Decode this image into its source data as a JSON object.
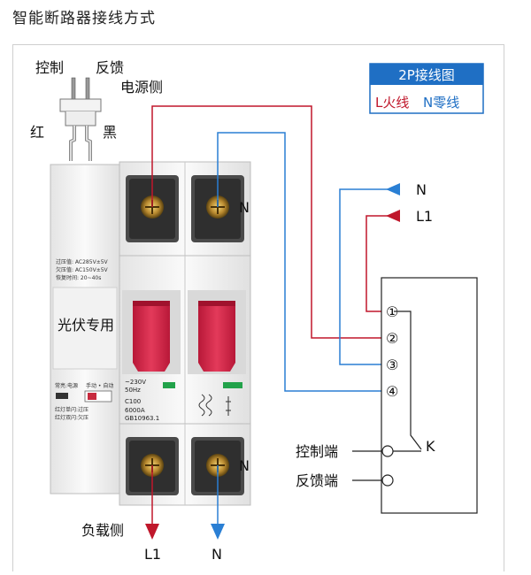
{
  "title": "智能断路器接线方式",
  "legend": {
    "heading": "2P接线图",
    "live": "L火线",
    "neutral": "N零线"
  },
  "plug": {
    "control": "控制",
    "feedback": "反馈",
    "red": "红",
    "black": "黑"
  },
  "source_side": "电源侧",
  "load_side": "负载侧",
  "labels": {
    "n_top": "N",
    "n_terminal": "N",
    "n_bottom_terminal": "N",
    "in_n": "N",
    "in_l1": "L1",
    "out_l1": "L1",
    "out_n": "N"
  },
  "breaker": {
    "specs": [
      "过压值: AC285V±5V",
      "欠压值: AC150V±5V",
      "恢复时间: 20~40s"
    ],
    "pv_label": "光伏专用",
    "mode_left": "常亮:电源",
    "mode_right": "手动 • 自动",
    "indicator_1": "红灯单闪:过压",
    "indicator_2": "红灯双闪:欠压",
    "rating": [
      "~230V",
      "50Hz",
      "C100",
      "6000A",
      "GB10963.1"
    ]
  },
  "controller": {
    "terminals": [
      "①",
      "②",
      "③",
      "④"
    ],
    "switch": "K",
    "control_port": "控制端",
    "feedback_port": "反馈端"
  },
  "colors": {
    "live": "#c0172b",
    "neutral": "#2a7fd4",
    "legend_bg": "#1f6fc4",
    "handle": "#d8284a"
  }
}
